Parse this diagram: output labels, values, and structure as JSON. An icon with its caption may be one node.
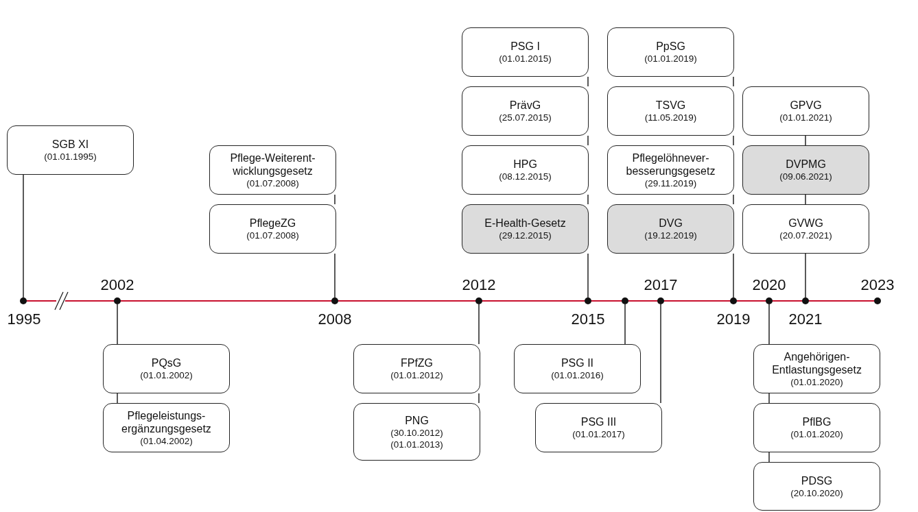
{
  "diagram": {
    "nodes": [
      {
        "text": [
          "SGB XI",
          "(01.01.1995)"
        ]
      },
      {
        "text": [
          "Pflege-Weiterent- wicklungsgesetz",
          "(01.07.2008)"
        ]
      },
      {
        "text": [
          "PflegeZG",
          "(01.07.2008)"
        ]
      },
      {
        "text": [
          "PSG I",
          "(01.01.2015)"
        ]
      },
      {
        "text": [
          "PrävG",
          "(25.07.2015)"
        ]
      },
      {
        "text": [
          "HPG",
          "(08.12.2015)"
        ]
      },
      {
        "text": [
          "E-Health-Gesetz",
          "(29.12.2015)"
        ]
      },
      {
        "text": [
          "PpSG",
          "(01.01.2019)"
        ]
      },
      {
        "text": [
          "TSVG",
          "(11.05.2019)"
        ]
      },
      {
        "text": [
          "Pflegelöhnever- besserungsgesetz",
          "(29.11.2019)"
        ]
      },
      {
        "text": [
          "DVG",
          "(19.12.2019)"
        ]
      },
      {
        "text": [
          "GPVG",
          "(01.01.2021)"
        ]
      },
      {
        "text": [
          "DVPMG",
          "(09.06.2021)"
        ]
      },
      {
        "text": [
          "GVWG",
          "(20.07.2021)"
        ]
      },
      {
        "text": [
          "PQsG",
          "(01.01.2002)"
        ]
      },
      {
        "text": [
          "Pflegeleistungs- ergänzungsgesetz",
          "(01.04.2002)"
        ]
      },
      {
        "text": [
          "FPfZG",
          "(01.01.2012)"
        ]
      },
      {
        "text": [
          "PNG",
          "(30.10.2012)",
          "(01.01.2013)"
        ]
      },
      {
        "text": [
          "PSG II",
          "(01.01.2016)"
        ]
      },
      {
        "text": [
          "PSG III",
          "(01.01.2017)"
        ]
      },
      {
        "text": [
          "Angehörigen-Entlastungsgesetz",
          "(01.01.2020)"
        ]
      },
      {
        "text": [
          "PflBG",
          "(01.01.2020)"
        ]
      },
      {
        "text": [
          "PDSG",
          "(20.10.2020)"
        ]
      },
      {
        "text": [],
        "shape": "circle"
      },
      {
        "text": [],
        "shape": "circle"
      },
      {
        "text": [],
        "shape": "circle"
      },
      {
        "text": [],
        "shape": "circle"
      },
      {
        "text": [],
        "shape": "circle"
      },
      {
        "text": [],
        "shape": "circle"
      },
      {
        "text": [],
        "shape": "circle"
      },
      {
        "text": [],
        "shape": "circle"
      },
      {
        "text": [],
        "shape": "circle"
      },
      {
        "text": [],
        "shape": "circle"
      },
      {
        "text": [],
        "shape": "circle"
      }
    ],
    "edges": [
      {
        "from": 0,
        "to": 23,
        "arrow": "none"
      },
      {
        "from": 14,
        "to": 24,
        "arrow": "none"
      },
      {
        "from": 14,
        "to": 15,
        "arrow": "none"
      },
      {
        "from": 1,
        "to": 2,
        "arrow": "none"
      },
      {
        "from": 2,
        "to": 25,
        "arrow": "none"
      },
      {
        "from": 16,
        "to": 26,
        "arrow": "none"
      },
      {
        "from": 16,
        "to": 17,
        "arrow": "none"
      },
      {
        "from": 3,
        "to": 4,
        "arrow": "none"
      },
      {
        "from": 4,
        "to": 5,
        "arrow": "none"
      },
      {
        "from": 5,
        "to": 6,
        "arrow": "none"
      },
      {
        "from": 6,
        "to": 27,
        "arrow": "none"
      },
      {
        "from": 18,
        "to": 28,
        "arrow": "none"
      },
      {
        "from": 19,
        "to": 29,
        "arrow": "none"
      },
      {
        "from": 7,
        "to": 8,
        "arrow": "none"
      },
      {
        "from": 8,
        "to": 9,
        "arrow": "none"
      },
      {
        "from": 9,
        "to": 10,
        "arrow": "none"
      },
      {
        "from": 10,
        "to": 30,
        "arrow": "none"
      },
      {
        "from": 20,
        "to": 31,
        "arrow": "none"
      },
      {
        "from": 20,
        "to": 21,
        "arrow": "none"
      },
      {
        "from": 21,
        "to": 22,
        "arrow": "none"
      },
      {
        "from": 11,
        "to": 12,
        "arrow": "none"
      },
      {
        "from": 12,
        "to": 13,
        "arrow": "none"
      },
      {
        "from": 13,
        "to": 32,
        "arrow": "none"
      }
    ],
    "labels": [
      "1995",
      "2002",
      "2008",
      "2012",
      "2015",
      "2017",
      "2019",
      "2020",
      "2021",
      "2023"
    ]
  }
}
